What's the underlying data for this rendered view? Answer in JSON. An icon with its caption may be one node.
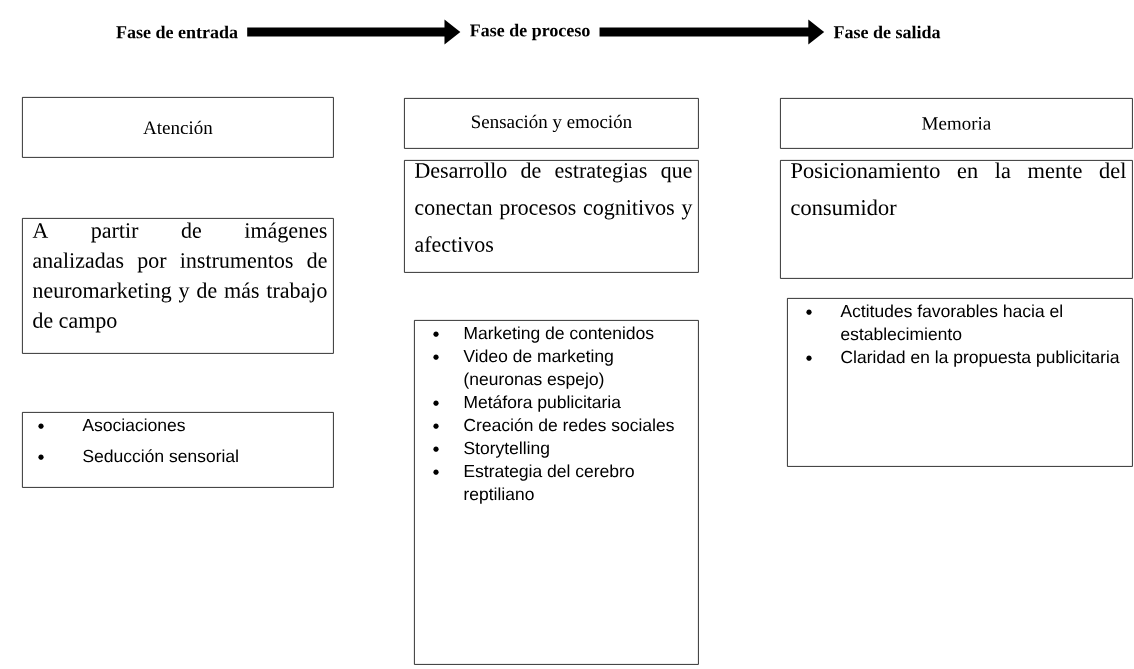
{
  "diagram": {
    "nodes": [
      {
        "text": [
          "Fase de entrada"
        ]
      },
      {
        "text": [
          "Fase de proceso"
        ]
      },
      {
        "text": [
          "Fase de salida"
        ]
      },
      {
        "text": [
          "Atención"
        ]
      },
      {
        "text": [
          "A partir de imágenes analizadas por instrumentos de neuromarketing y de más trabajo de campo"
        ]
      },
      {
        "text": [
          "Asociaciones",
          "Seducción sensorial"
        ]
      },
      {
        "text": [
          "Sensación y emoción"
        ]
      },
      {
        "text": [
          "Desarrollo de estrategias que conectan procesos cognitivos y afectivos"
        ]
      },
      {
        "text": [
          "Marketing de contenidos",
          "Video de marketing (neuronas espejo)",
          "Metáfora publicitaria",
          "Creación de redes sociales",
          "Storytelling",
          "Estrategia del cerebro reptiliano"
        ]
      },
      {
        "text": [
          "Memoria"
        ]
      },
      {
        "text": [
          "Posicionamiento en la mente del consumidor"
        ]
      },
      {
        "text": [
          "Actitudes favorables hacia el establecimiento",
          "Claridad en la propuesta publicitaria"
        ]
      }
    ],
    "edges": [
      {
        "from": 0,
        "to": 1,
        "arrow": "to"
      },
      {
        "from": 1,
        "to": 2,
        "arrow": "to"
      }
    ]
  }
}
